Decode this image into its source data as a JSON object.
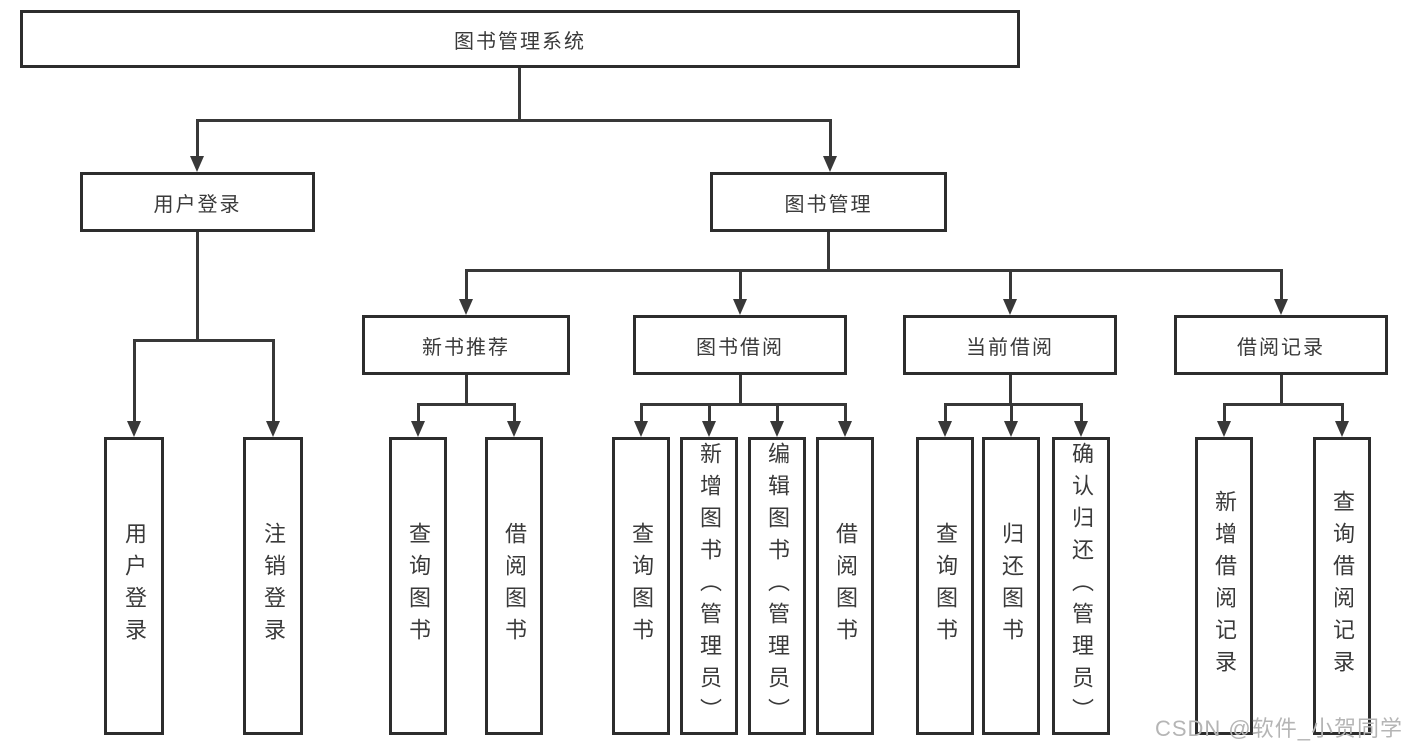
{
  "diagram": {
    "root": {
      "label": "图书管理系统"
    },
    "branches": [
      {
        "label": "用户登录",
        "children": [
          {
            "label": "用户登录"
          },
          {
            "label": "注销登录"
          }
        ]
      },
      {
        "label": "图书管理",
        "children": [
          {
            "label": "新书推荐",
            "children": [
              {
                "label": "查询图书"
              },
              {
                "label": "借阅图书"
              }
            ]
          },
          {
            "label": "图书借阅",
            "children": [
              {
                "label": "查询图书"
              },
              {
                "label": "新增图书（管理员）"
              },
              {
                "label": "编辑图书（管理员）"
              },
              {
                "label": "借阅图书"
              }
            ]
          },
          {
            "label": "当前借阅",
            "children": [
              {
                "label": "查询图书"
              },
              {
                "label": "归还图书"
              },
              {
                "label": "确认归还（管理员）"
              }
            ]
          },
          {
            "label": "借阅记录",
            "children": [
              {
                "label": "新增借阅记录"
              },
              {
                "label": "查询借阅记录"
              }
            ]
          }
        ]
      }
    ]
  },
  "watermark": {
    "text": "CSDN @软件_小贺同学"
  },
  "colors": {
    "line": "#383838",
    "border": "#2d2d2d",
    "text": "#3a3a3a",
    "watermark": "#b5b5b5",
    "background": "#ffffff"
  }
}
